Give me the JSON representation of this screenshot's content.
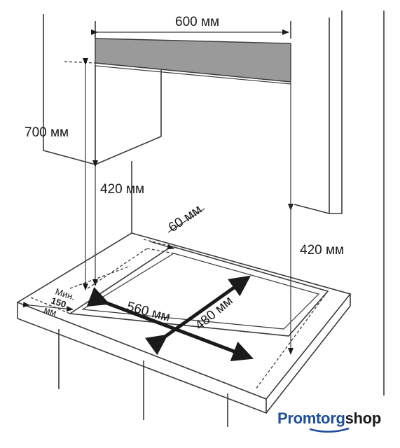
{
  "dimensions": {
    "hood_width": "600 мм",
    "wall_cabinet_height": "700 мм",
    "cabinet_clearance": "420 мм",
    "side_clearance": "420 мм",
    "rear_gap": "60 мм",
    "cutout_width": "560 мм",
    "cutout_depth": "480 мм",
    "front_min_prefix": "Мин.",
    "front_min_value": "150",
    "front_min_unit": "мм"
  },
  "brand": {
    "part1": "Promtorg",
    "part2": "shop",
    "color_primary": "#1f4e9c",
    "color_secondary": "#1a1a1a"
  },
  "colors": {
    "hood_fill": "#9a9a9a",
    "line": "#3a3a3a",
    "arrow": "#1a1a1a"
  }
}
